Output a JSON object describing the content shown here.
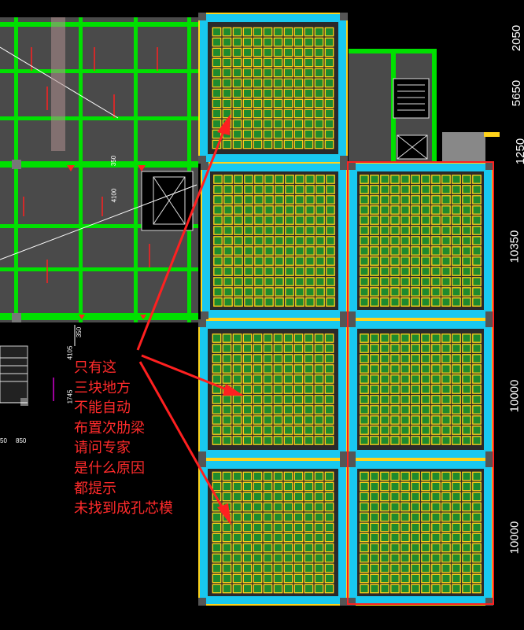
{
  "dimensions_right": [
    "2050",
    "5650",
    "1250",
    "10350",
    "10000",
    "10000"
  ],
  "dimensions_left_small": [
    "4105",
    "1745",
    "350",
    "50",
    "850",
    "4100",
    "350"
  ],
  "annotation_lines": [
    "只有这",
    "三块地方",
    "不能自动",
    "布置次肋梁",
    "请问专家",
    "是什么原因",
    "都提示",
    "未找到成孔芯模"
  ],
  "colors": {
    "background": "#000000",
    "slab_fill": "#4a4a4a",
    "beam_green": "#00e000",
    "grid_yellow": "#ffd21a",
    "beam_cyan": "#18c8f0",
    "outline_red": "#ff2020",
    "annotation_red": "#ff2b2b",
    "module_green": "#1e8a2e",
    "magenta": "#d000d0"
  }
}
